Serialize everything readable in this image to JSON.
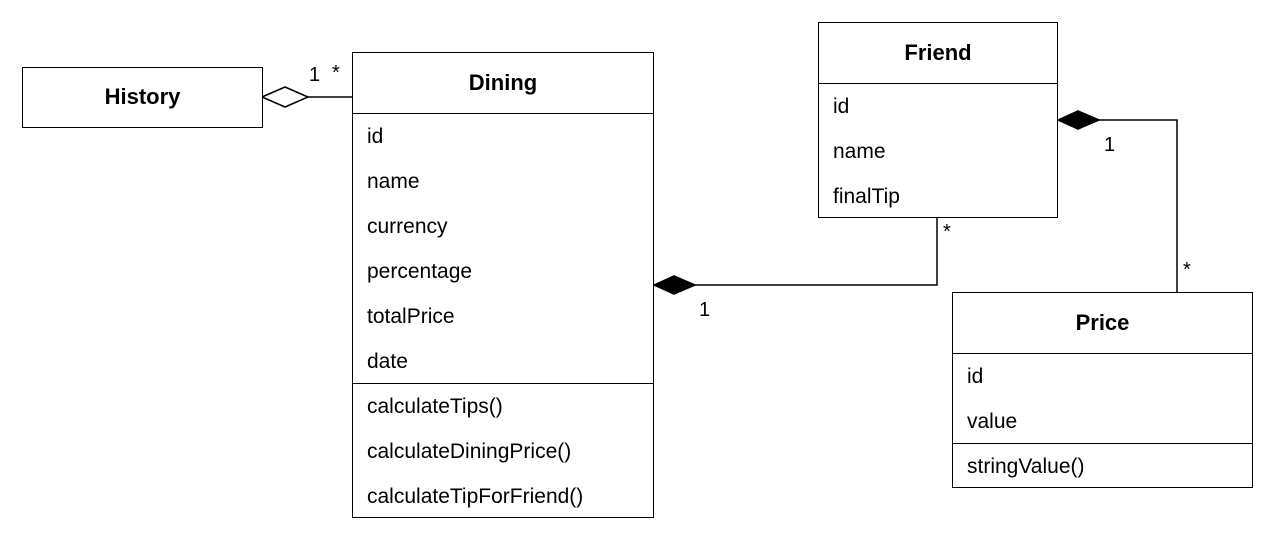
{
  "classes": {
    "history": {
      "name": "History"
    },
    "dining": {
      "name": "Dining",
      "attributes": [
        "id",
        "name",
        "currency",
        "percentage",
        "totalPrice",
        "date"
      ],
      "methods": [
        "calculateTips()",
        "calculateDiningPrice()",
        "calculateTipForFriend()"
      ]
    },
    "friend": {
      "name": "Friend",
      "attributes": [
        "id",
        "name",
        "finalTip"
      ]
    },
    "price": {
      "name": "Price",
      "attributes": [
        "id",
        "value"
      ],
      "methods": [
        "stringValue()"
      ]
    }
  },
  "relations": {
    "history_dining": {
      "type": "aggregation",
      "history_end": "1",
      "dining_end": "*"
    },
    "dining_friend": {
      "type": "composition",
      "dining_end": "1",
      "friend_end": "*"
    },
    "friend_price": {
      "type": "composition",
      "friend_end": "1",
      "price_end": "*"
    }
  }
}
